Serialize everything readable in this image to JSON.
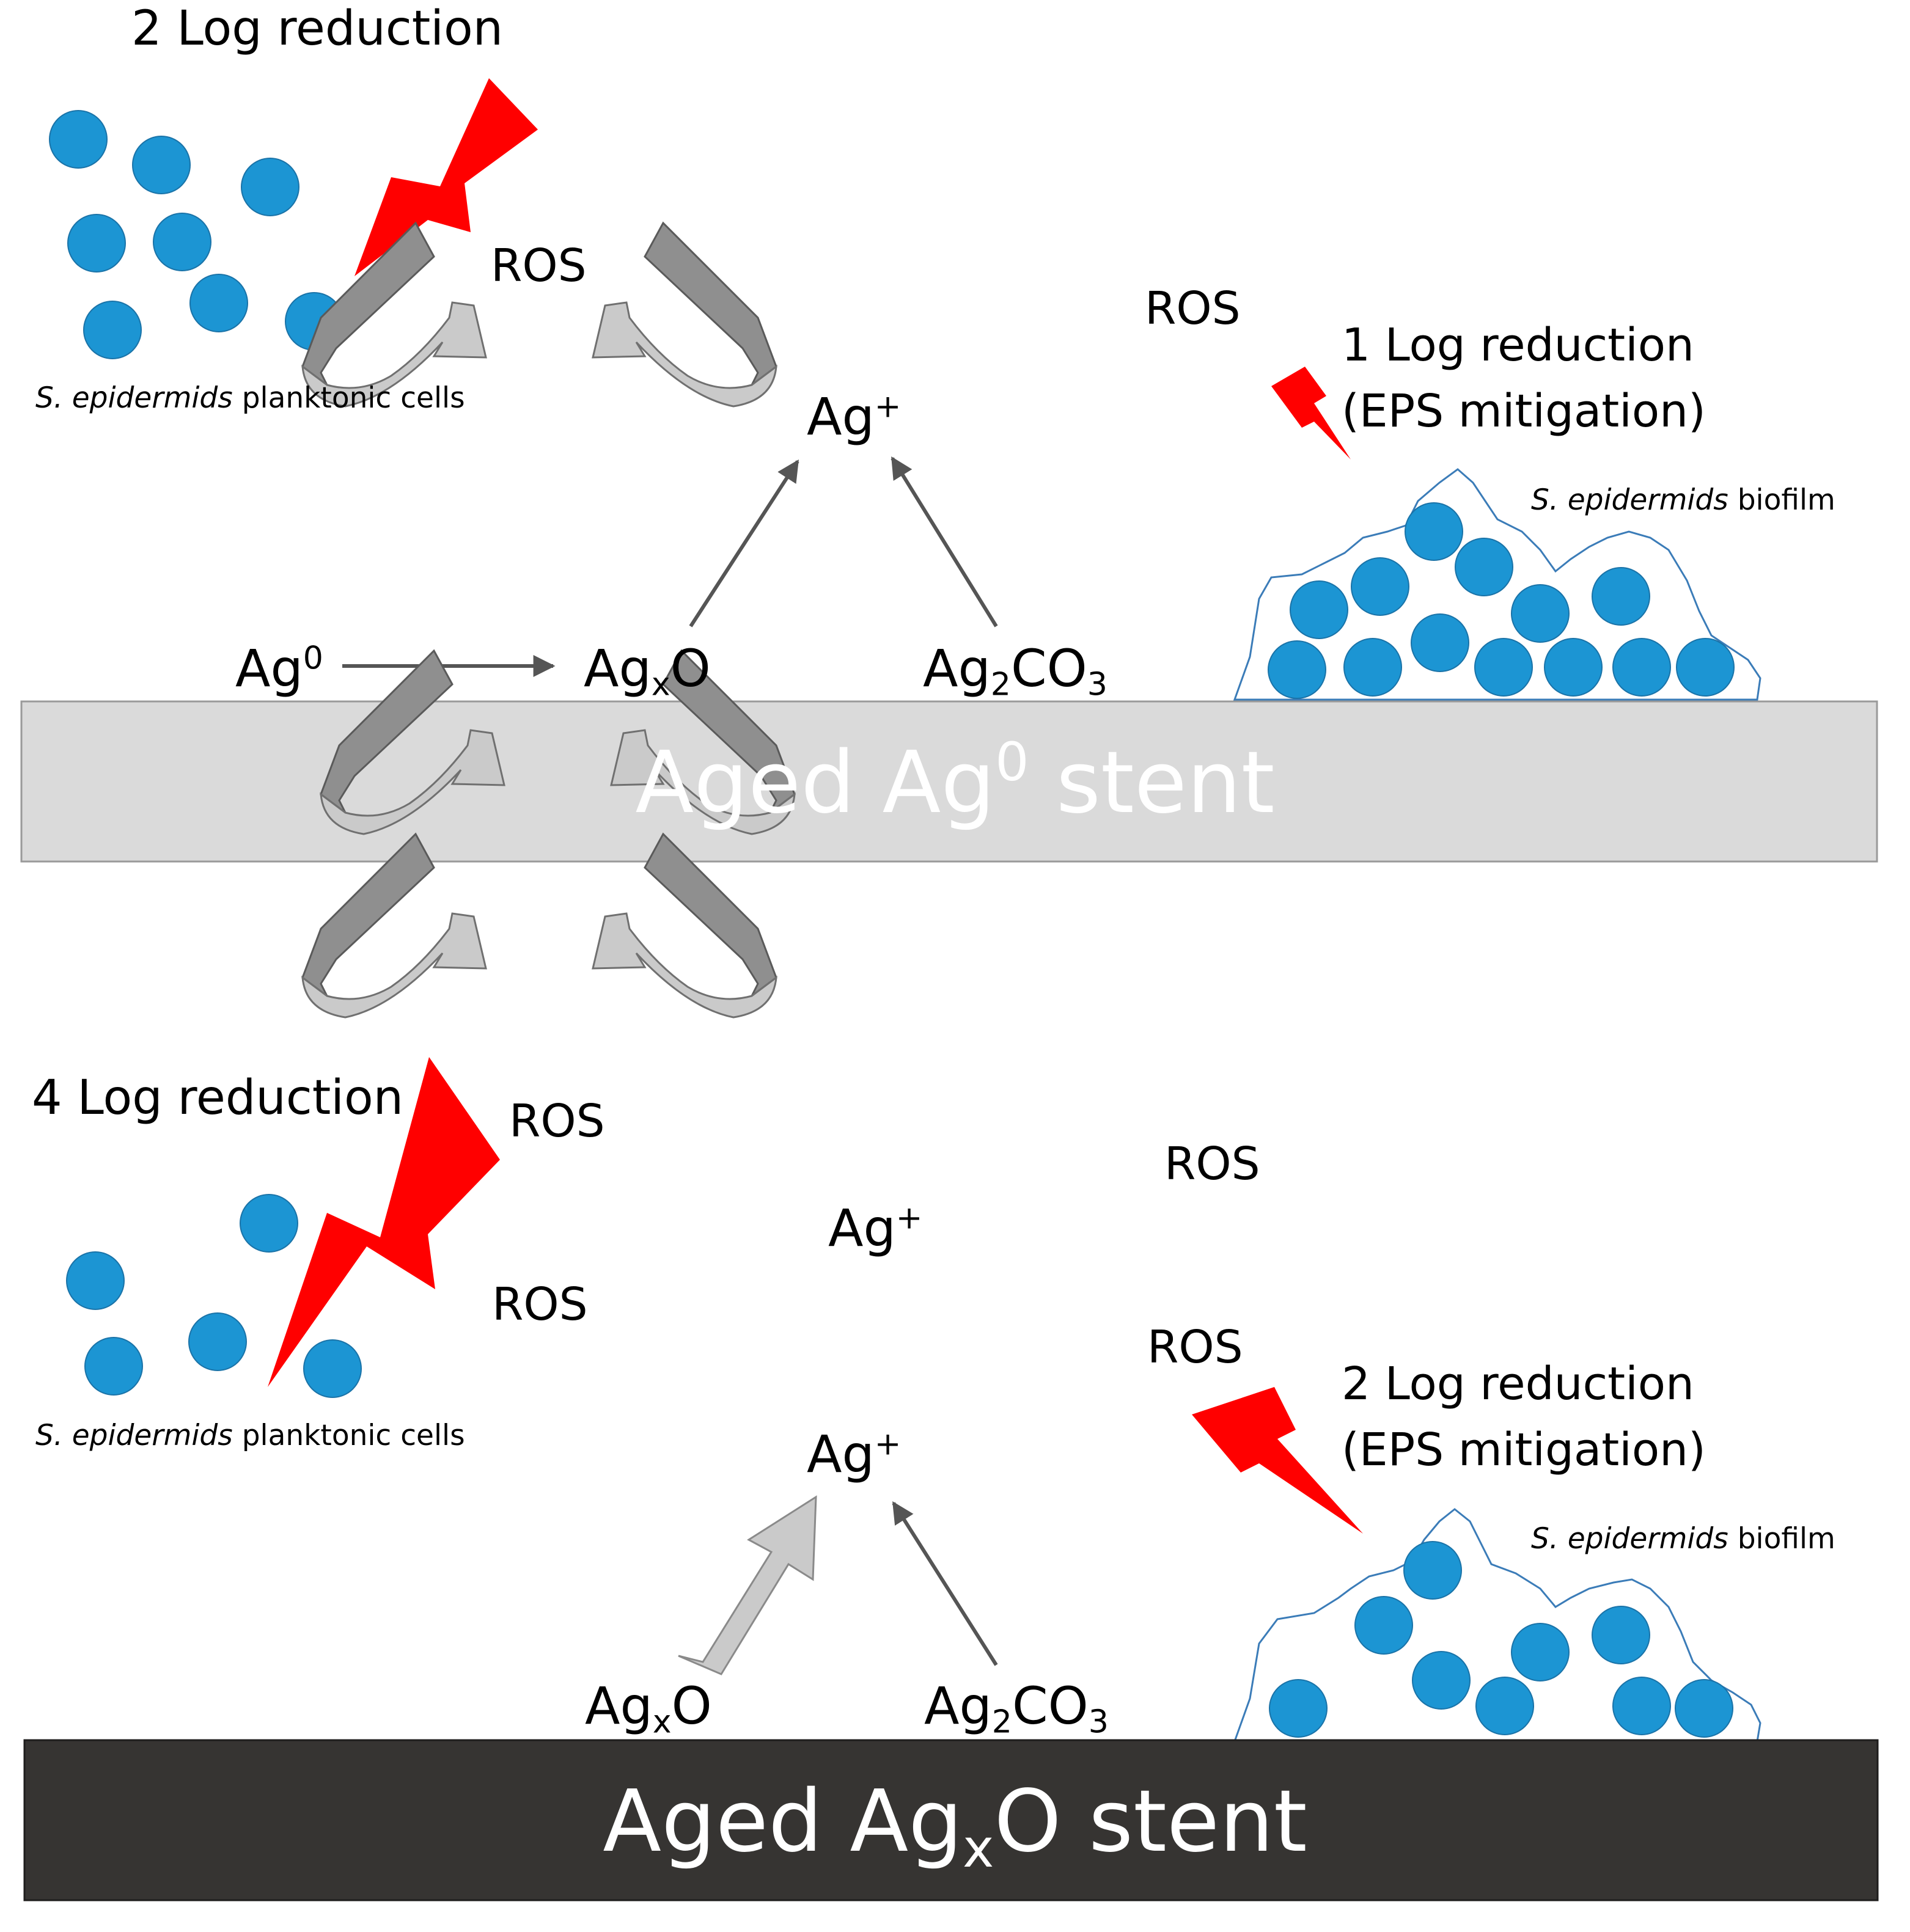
{
  "colors": {
    "cell": "#1c95d3",
    "cell_outline": "#1a73a8",
    "lightning": "#ff0000",
    "arrow_light": "#c8c8c8",
    "arrow_dark": "#8f8f8f",
    "biofilm_outline": "#3b7cb8",
    "top_stent": "#dadada",
    "top_stent_text": "#ffffff",
    "bottom_stent": "#363432",
    "bottom_stent_text": "#ffffff"
  },
  "icons": [
    "lightning-bolt",
    "curved-ros-arrow",
    "bacterial-cell"
  ],
  "top": {
    "planktonic_reduction": "2 Log reduction",
    "planktonic_label": {
      "species": "S. epidermids",
      "rest": " planktonic cells"
    },
    "ros_left": "ROS",
    "ros_right": "ROS",
    "ag_plus": {
      "base": "Ag",
      "sup": "+"
    },
    "biofilm_reduction": "1 Log reduction",
    "biofilm_mitigation": "(EPS mitigation)",
    "biofilm_label": {
      "species": "S. epidermids",
      "rest": " biofilm"
    },
    "ag0": {
      "base": "Ag",
      "sup": "0"
    },
    "agxo": {
      "base": "Ag",
      "sub": "x",
      "tail": "O"
    },
    "ag2co3": {
      "base": "Ag",
      "sub": "2",
      "mid": "CO",
      "sub2": "3"
    },
    "stent": {
      "pre": "Aged Ag",
      "sup": "0",
      "post": " stent"
    }
  },
  "bottom": {
    "planktonic_reduction": "4 Log reduction",
    "planktonic_label": {
      "species": "S. epidermids",
      "rest": " planktonic cells"
    },
    "ros_upper_left": "ROS",
    "ros_upper_right": "ROS",
    "ros_lower_left": "ROS",
    "ros_lower_right": "ROS",
    "ag_plus_upper": {
      "base": "Ag",
      "sup": "+"
    },
    "ag_plus_lower": {
      "base": "Ag",
      "sup": "+"
    },
    "biofilm_reduction": "2 Log reduction",
    "biofilm_mitigation": "(EPS mitigation)",
    "biofilm_label": {
      "species": "S. epidermids",
      "rest": " biofilm"
    },
    "agxo": {
      "base": "Ag",
      "sub": "x",
      "tail": "O"
    },
    "ag2co3": {
      "base": "Ag",
      "sub": "2",
      "mid": "CO",
      "sub2": "3"
    },
    "stent": {
      "pre": "Aged Ag",
      "sub": "x",
      "post": "O stent"
    }
  }
}
